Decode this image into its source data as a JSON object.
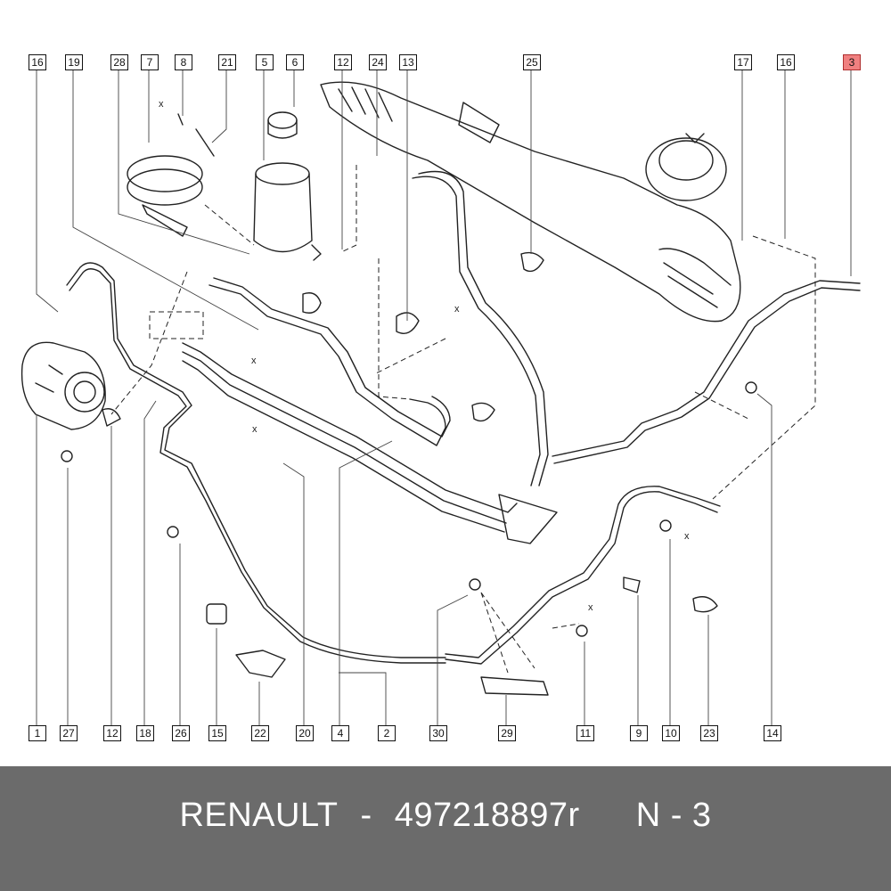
{
  "callouts_top": [
    "16",
    "19",
    "28",
    "7",
    "8",
    "21",
    "5",
    "6",
    "12",
    "24",
    "13",
    "25",
    "17",
    "16",
    "3"
  ],
  "callouts_bottom": [
    "1",
    "27",
    "12",
    "18",
    "26",
    "15",
    "22",
    "20",
    "4",
    "2",
    "30",
    "29",
    "11",
    "9",
    "10",
    "23",
    "14"
  ],
  "highlight_color": "#f08080",
  "footer": {
    "brand": "RENAULT",
    "separator": "-",
    "part_number": "497218897r",
    "position_label": "N - 3",
    "background": "#6b6b6b"
  }
}
